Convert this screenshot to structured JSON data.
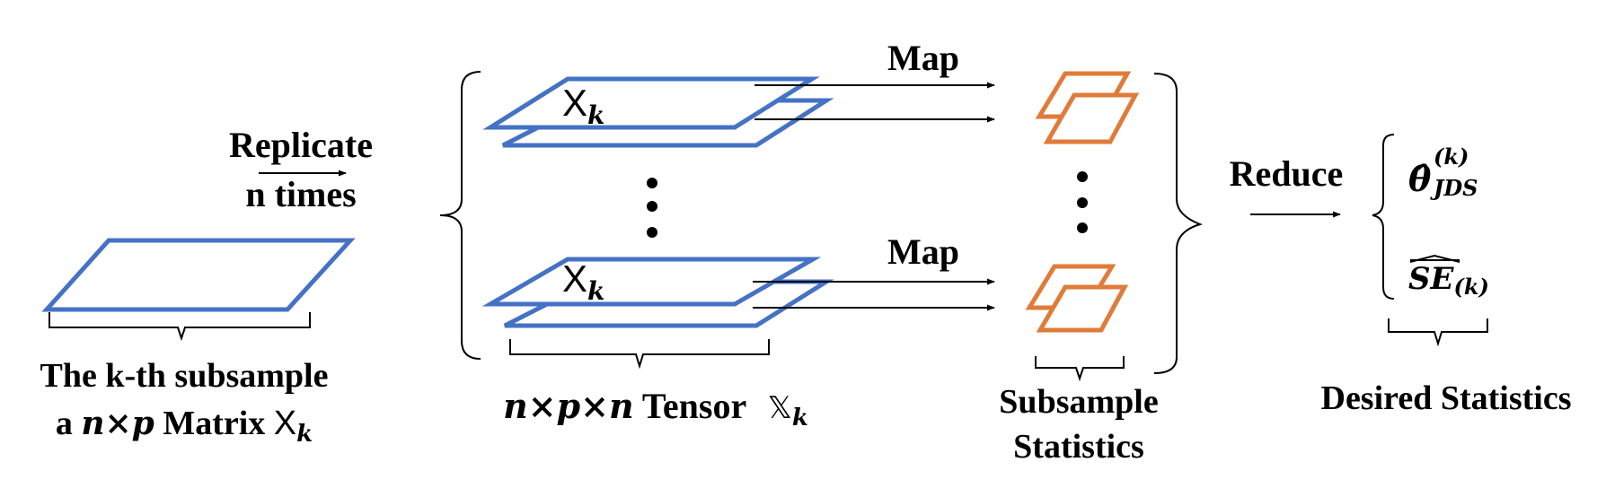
{
  "matrix": {
    "line1": "The k-th subsample",
    "line2_prefix": "a ",
    "dims": "n×p",
    "line2_word": " Matrix ",
    "sym": "X",
    "sub": "k"
  },
  "replicate": {
    "line1": "Replicate",
    "line2": "n times"
  },
  "tensor": {
    "slice_sym": "X",
    "slice_sub": "k",
    "dims": "n×p×n",
    "word": " Tensor ",
    "sym": "𝕏",
    "sub": "k"
  },
  "map_label": "Map",
  "subsample": {
    "line1": "Subsample",
    "line2": "Statistics"
  },
  "reduce_label": "Reduce",
  "desired": {
    "theta": "θ̂",
    "theta_sup": "(k)",
    "theta_sub": "JDS",
    "se": "SE",
    "se_sub": "(k)",
    "caption": "Desired Statistics"
  },
  "colors": {
    "matrix": "#4472C4",
    "statistic": "#E07B39"
  }
}
